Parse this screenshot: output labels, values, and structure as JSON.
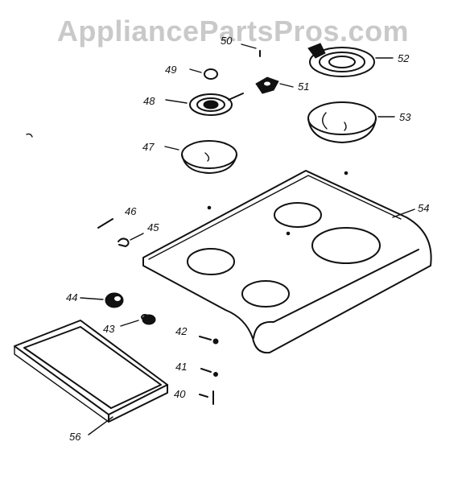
{
  "watermark": "AppliancePartsPros.com",
  "callouts": {
    "c40": "40",
    "c41": "41",
    "c42": "42",
    "c43": "43",
    "c44": "44",
    "c45": "45",
    "c46": "46",
    "c47": "47",
    "c48": "48",
    "c49": "49",
    "c50": "50",
    "c51": "51",
    "c52": "52",
    "c53": "53",
    "c54": "54",
    "c56": "56"
  }
}
